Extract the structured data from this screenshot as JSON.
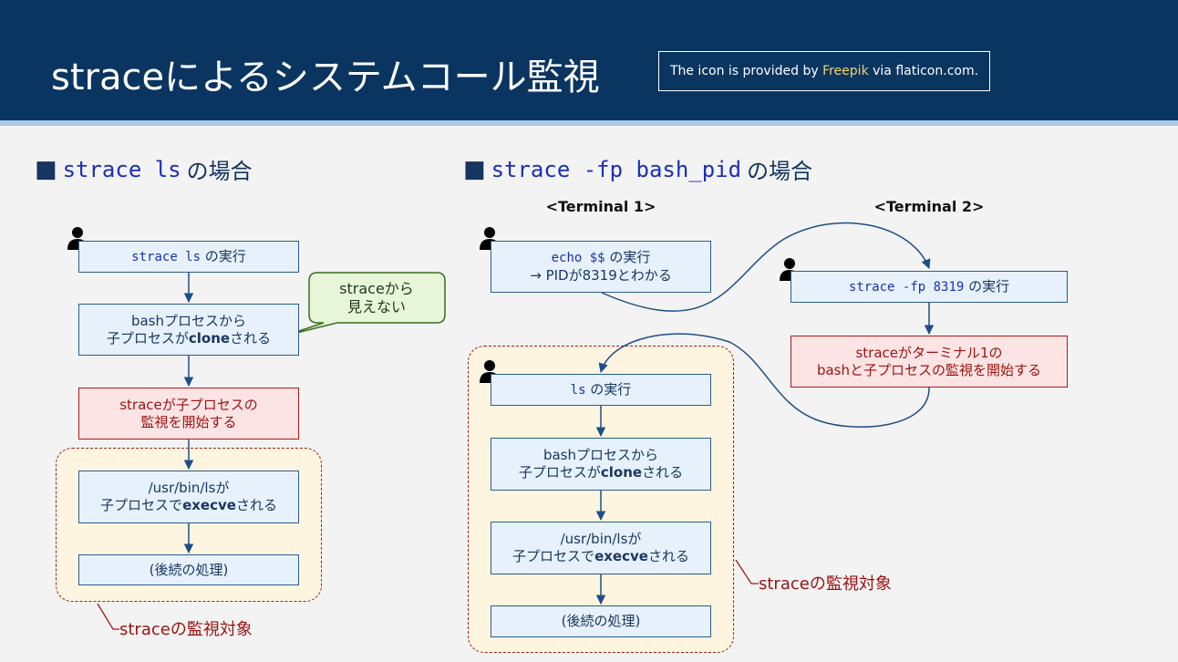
{
  "header": {
    "title": "straceによるシステムコール監視",
    "credit": {
      "prefix": "The icon is provided by ",
      "link": "Freepik",
      "suffix": " via flaticon.com."
    }
  },
  "left": {
    "heading": {
      "bullet": "■",
      "code": "strace ls",
      "suffix": "の場合"
    },
    "boxes": {
      "run": {
        "code": "strace ls",
        "text": " の実行"
      },
      "clone": {
        "line1": "bashプロセスから",
        "line2_pre": "子プロセスが",
        "line2_bold": "clone",
        "line2_post": "される"
      },
      "start": {
        "line1": "straceが子プロセスの",
        "line2": "監視を開始する"
      },
      "execve": {
        "line1": "/usr/bin/lsが",
        "line2_pre": "子プロセスで",
        "line2_bold": "execve",
        "line2_post": "される"
      },
      "after": {
        "text": "(後続の処理)"
      }
    },
    "bubble": {
      "line1": "straceから",
      "line2": "見えない"
    },
    "monitor_label": "straceの監視対象"
  },
  "right": {
    "heading": {
      "bullet": "■",
      "code": "strace -fp bash_pid",
      "suffix": "の場合"
    },
    "terminal1": "<Terminal 1>",
    "terminal2": "<Terminal 2>",
    "boxes": {
      "echo": {
        "code": "echo $$",
        "text": " の実行",
        "line2": "→ PIDが8319とわかる"
      },
      "strace_fp": {
        "code": "strace -fp 8319",
        "text": " の実行"
      },
      "start": {
        "line1": "straceがターミナル1の",
        "line2": "bashと子プロセスの監視を開始する"
      },
      "ls": {
        "code": "ls",
        "text": " の実行"
      },
      "clone": {
        "line1": "bashプロセスから",
        "line2_pre": "子プロセスが",
        "line2_bold": "clone",
        "line2_post": "される"
      },
      "execve": {
        "line1": "/usr/bin/lsが",
        "line2_pre": "子プロセスで",
        "line2_bold": "execve",
        "line2_post": "される"
      },
      "after": {
        "text": "(後続の処理)"
      }
    },
    "monitor_label": "straceの監視対象"
  },
  "icons": {
    "user": "user-icon"
  },
  "colors": {
    "header_bg": "#0a3561",
    "box_border": "#2a5d8f",
    "box_fill": "#e6f1fb",
    "red_fill": "#fde4e4",
    "red_text": "#9b1212",
    "region_fill": "#fdf5df",
    "code_color": "#1c2fb6"
  }
}
